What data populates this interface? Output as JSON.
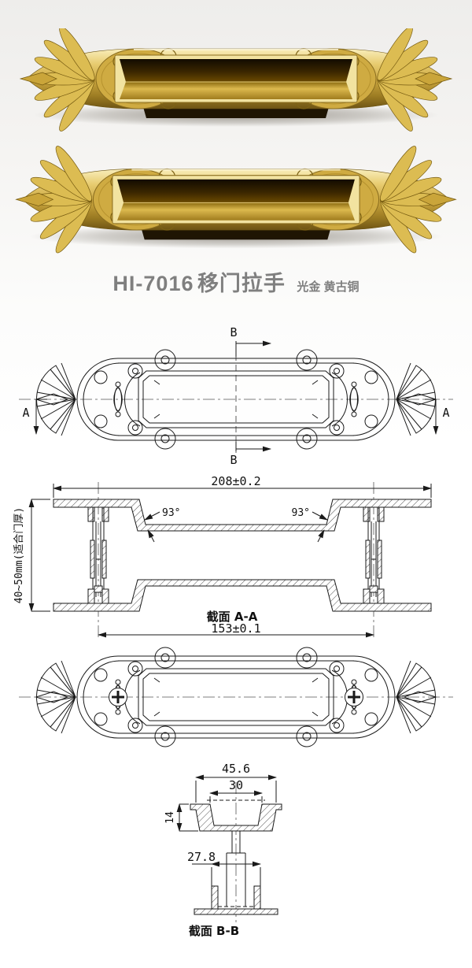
{
  "header": {
    "model": "HI-7016",
    "product_name": "移门拉手",
    "finish": "光金 黄古铜",
    "text_color": "#7f7f7f"
  },
  "photos": {
    "photo_top": "gold-flush-pull-render-front",
    "photo_bottom": "gold-flush-pull-render-angle",
    "gold_main": "#c9a43c",
    "gold_highlight": "#f8ecc0",
    "gold_shadow": "#6e5414",
    "recess_dark": "#2a1b00"
  },
  "drawings": {
    "line_color": "#1a1a1a",
    "top_view": {
      "section_label_b_top": "B",
      "section_label_b_bottom": "B",
      "section_label_a_left": "A",
      "section_label_a_right": "A"
    },
    "section_aa": {
      "caption": "截面 A-A",
      "dim_overall_length": "208±0.2",
      "dim_hole_centers": "153±0.1",
      "angle_left": "93°",
      "angle_right": "93°",
      "dim_door_thickness": "40~50mm(适合门厚)"
    },
    "section_bb": {
      "caption": "截面 B-B",
      "dim_cup_width": "45.6",
      "dim_opening": "30",
      "dim_depth": "14",
      "dim_base_width": "27.8"
    }
  }
}
